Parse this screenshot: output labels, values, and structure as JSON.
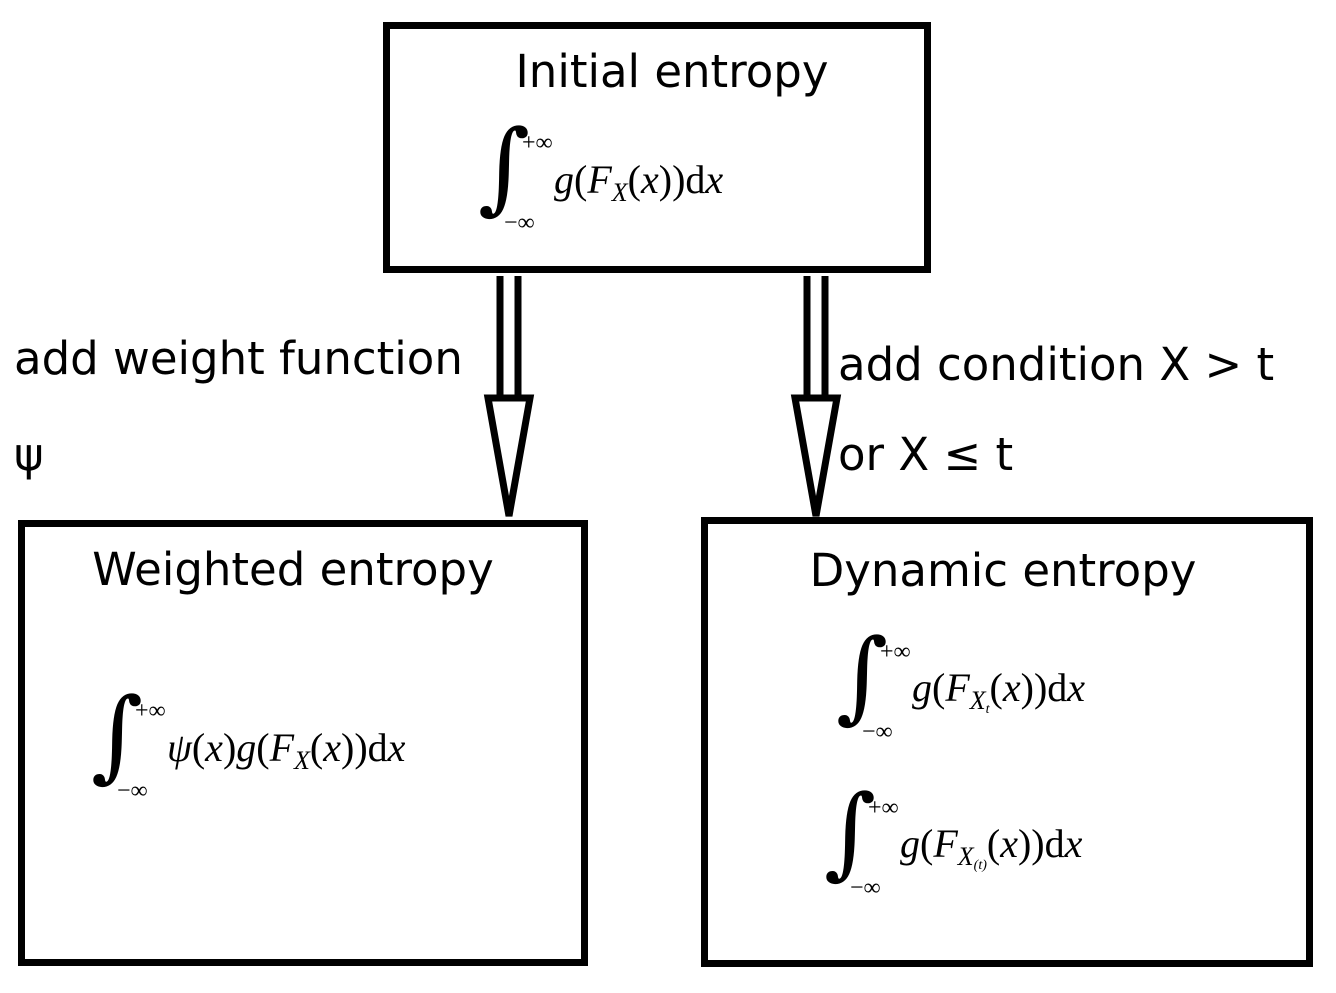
{
  "nodes": {
    "initial": {
      "title": "Initial entropy",
      "formula": {
        "upper": "+∞",
        "lower": "−∞",
        "g": "g",
        "F": "F",
        "sub": "X",
        "subsub": "",
        "x": "x",
        "dx": "d",
        "dvar": "x"
      }
    },
    "weighted": {
      "title": "Weighted entropy",
      "formula": {
        "upper": "+∞",
        "lower": "−∞",
        "psi": "ψ",
        "x": "x",
        "g": "g",
        "F": "F",
        "sub": "X",
        "dx": "d",
        "dvar": "x"
      }
    },
    "dynamic": {
      "title": "Dynamic entropy",
      "formula1": {
        "upper": "+∞",
        "lower": "−∞",
        "g": "g",
        "F": "F",
        "sub": "X",
        "subsub": "t",
        "x": "x",
        "dx": "d",
        "dvar": "x"
      },
      "formula2": {
        "upper": "+∞",
        "lower": "−∞",
        "g": "g",
        "F": "F",
        "sub": "X",
        "subsub": "(t)",
        "x": "x",
        "dx": "d",
        "dvar": "x"
      }
    }
  },
  "edges": {
    "weight": {
      "line1": "add weight function",
      "line2": "ψ"
    },
    "condition": {
      "line1": "add condition X > t",
      "line2": "or X ≤ t"
    }
  }
}
